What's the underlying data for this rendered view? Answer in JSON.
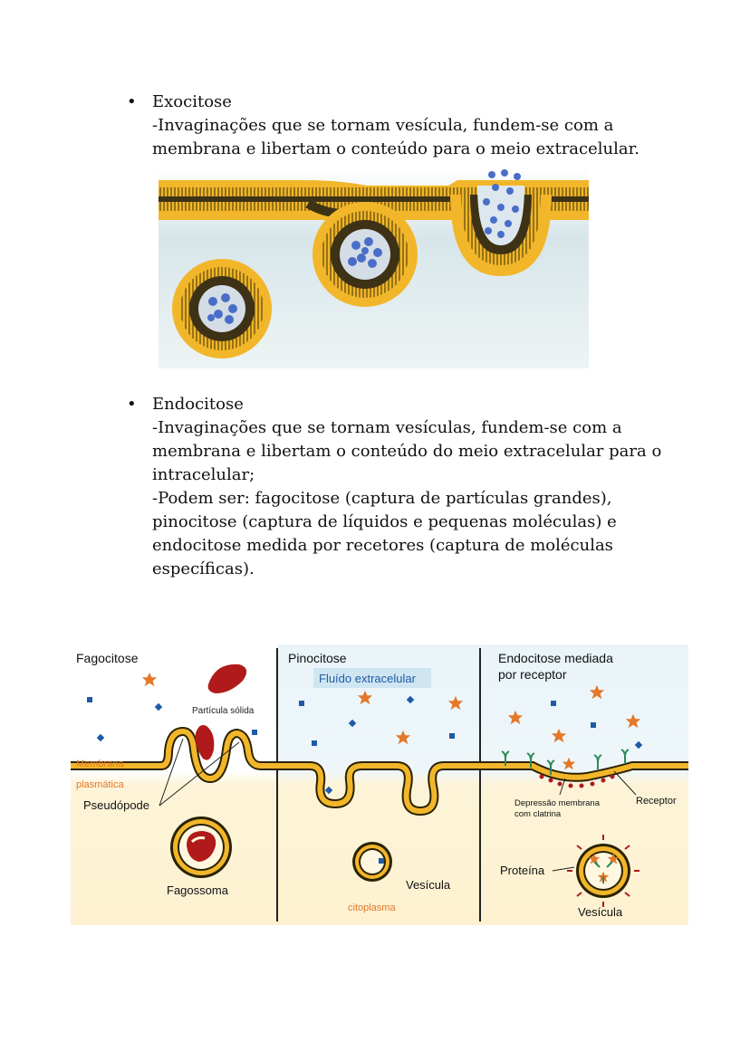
{
  "exocitose": {
    "title": "Exocitose",
    "lines": [
      "-Invaginações que se tornam vesícula, fundem-se com a",
      "membrana e libertam o conteúdo para o meio extracelular."
    ]
  },
  "endocitose": {
    "title": "Endocitose",
    "lines": [
      "-Invaginações que se tornam vesículas, fundem-se com a",
      "membrana e libertam o conteúdo do meio extracelular para o",
      "intracelular;",
      "-Podem ser: fagocitose (captura de partículas grandes),",
      "pinocitose (captura de líquidos e pequenas moléculas) e",
      "endocitose medida por recetores (captura de moléculas",
      "específicas)."
    ]
  },
  "diagram": {
    "panel1_title": "Fagocitose",
    "particle_label": "Partícula sólida",
    "membrane_label_1": "Membrana",
    "membrane_label_2": "plasmática",
    "pseudopod_label": "Pseudópode",
    "phagosome_label": "Fagossoma",
    "panel2_title": "Pinocitose",
    "fluid_label": "Fluído extracelular",
    "vesicle_label": "Vesícula",
    "cytoplasm_label": "citoplasma",
    "panel3_title_1": "Endocitose mediada",
    "panel3_title_2": "por receptor",
    "pit_label_1": "Depressão membrana",
    "pit_label_2": "com clatrina",
    "receptor_label": "Receptor",
    "protein_label": "Proteína",
    "vesicle3_label": "Vesícula",
    "colors": {
      "membrane": "#f2b62a",
      "membrane_edge": "#2a2200",
      "accent_orange": "#e3782a",
      "particle_red": "#b11a1a",
      "molecule_blue": "#1e5aa8",
      "receptor_green": "#2f8a5a",
      "fluid_box": "#cfe6f2"
    }
  }
}
